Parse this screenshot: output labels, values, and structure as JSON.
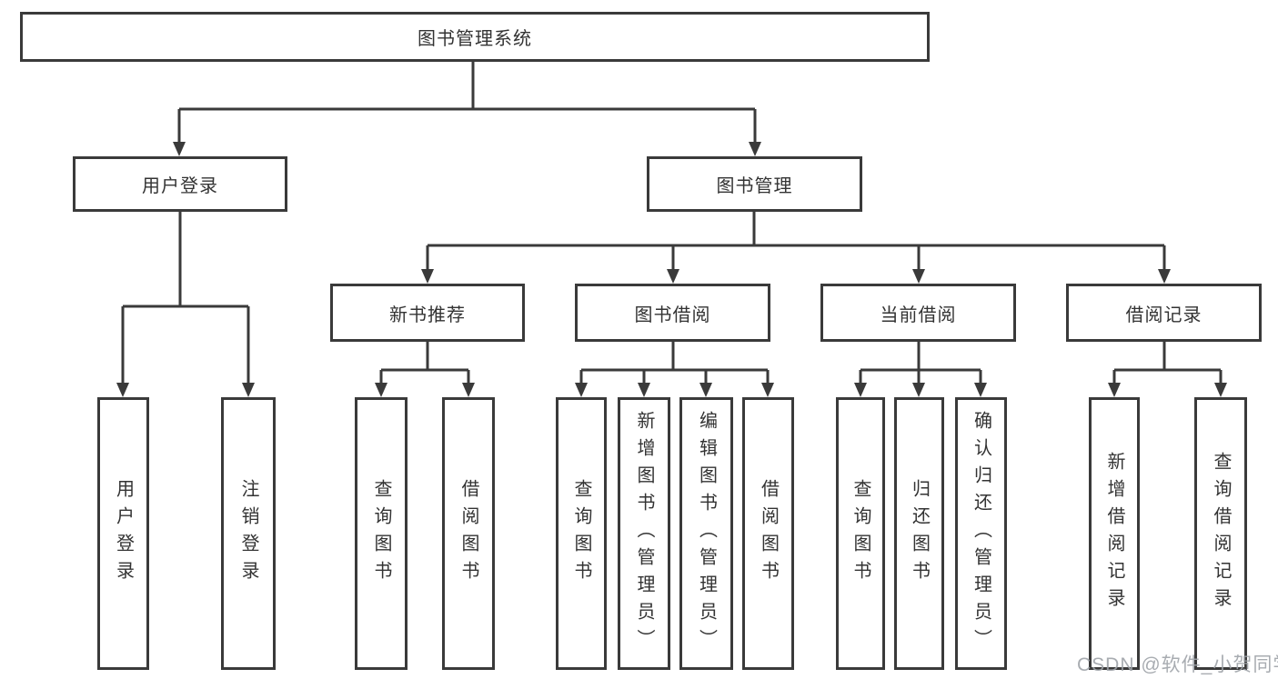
{
  "diagram": {
    "title": "图书管理系统",
    "branches": [
      {
        "label": "用户登录",
        "children": [
          "用户登录",
          "注销登录"
        ]
      },
      {
        "label": "图书管理",
        "groups": [
          {
            "label": "新书推荐",
            "children": [
              "查询图书",
              "借阅图书"
            ]
          },
          {
            "label": "图书借阅",
            "children": [
              "查询图书",
              "新增图书（管理员）",
              "编辑图书（管理员）",
              "借阅图书"
            ]
          },
          {
            "label": "当前借阅",
            "children": [
              "查询图书",
              "归还图书",
              "确认归还（管理员）"
            ]
          },
          {
            "label": "借阅记录",
            "children": [
              "新增借阅记录",
              "查询借阅记录"
            ]
          }
        ]
      }
    ],
    "colors": {
      "line": "#3a3a3a",
      "box_background": "#ffffff",
      "text": "#333333",
      "watermark": "#9ea3a9"
    }
  },
  "watermark_text": "CSDN @软件_小贺同学"
}
